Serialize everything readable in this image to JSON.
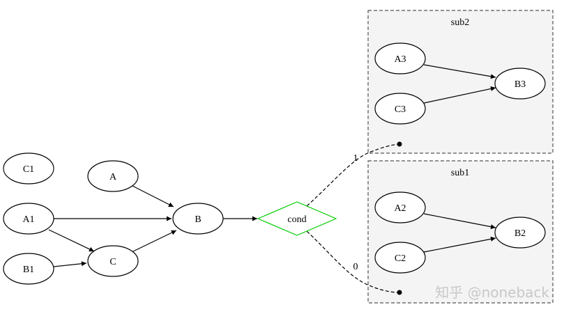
{
  "diagram": {
    "clusters": [
      {
        "id": "sub2",
        "label": "sub2"
      },
      {
        "id": "sub1",
        "label": "sub1"
      }
    ],
    "nodes": [
      {
        "id": "C1",
        "label": "C1"
      },
      {
        "id": "A",
        "label": "A"
      },
      {
        "id": "A1",
        "label": "A1"
      },
      {
        "id": "B",
        "label": "B"
      },
      {
        "id": "B1",
        "label": "B1"
      },
      {
        "id": "C",
        "label": "C"
      },
      {
        "id": "cond",
        "label": "cond",
        "shape": "diamond",
        "color": "#00cc00"
      },
      {
        "id": "A3",
        "label": "A3"
      },
      {
        "id": "C3",
        "label": "C3"
      },
      {
        "id": "B3",
        "label": "B3"
      },
      {
        "id": "A2",
        "label": "A2"
      },
      {
        "id": "C2",
        "label": "C2"
      },
      {
        "id": "B2",
        "label": "B2"
      }
    ],
    "edges": [
      {
        "from": "A",
        "to": "B"
      },
      {
        "from": "A1",
        "to": "B"
      },
      {
        "from": "A1",
        "to": "C"
      },
      {
        "from": "B1",
        "to": "C"
      },
      {
        "from": "C",
        "to": "B"
      },
      {
        "from": "B",
        "to": "cond"
      },
      {
        "from": "cond",
        "to": "sub2",
        "label": "1",
        "style": "dashed"
      },
      {
        "from": "cond",
        "to": "sub1",
        "label": "0",
        "style": "dashed"
      },
      {
        "from": "A3",
        "to": "B3"
      },
      {
        "from": "C3",
        "to": "B3"
      },
      {
        "from": "A2",
        "to": "B2"
      },
      {
        "from": "C2",
        "to": "B2"
      }
    ],
    "colors": {
      "cluster_fill": "#f4f4f4",
      "cluster_border": "#555555",
      "cond_border": "#00cc00"
    }
  },
  "watermark": "知乎 @noneback"
}
